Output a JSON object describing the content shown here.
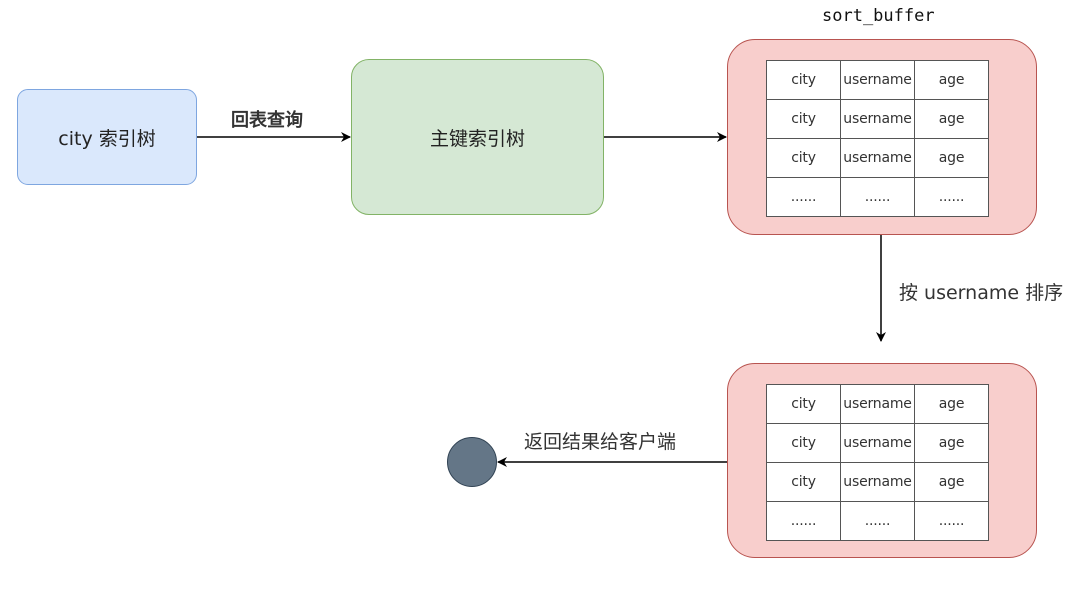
{
  "nodes": {
    "city_index": "city 索引树",
    "primary_index": "主键索引树",
    "sort_buffer_title": "sort_buffer"
  },
  "edges": {
    "lookup_back": "回表查询",
    "sort_by": "按 username 排序",
    "return_client": "返回结果给客户端"
  },
  "sort_buffer_before": {
    "rows": [
      [
        "city",
        "username",
        "age"
      ],
      [
        "city",
        "username",
        "age"
      ],
      [
        "city",
        "username",
        "age"
      ],
      [
        "......",
        "......",
        "......"
      ]
    ]
  },
  "sort_buffer_after": {
    "rows": [
      [
        "city",
        "username",
        "age"
      ],
      [
        "city",
        "username",
        "age"
      ],
      [
        "city",
        "username",
        "age"
      ],
      [
        "......",
        "......",
        "......"
      ]
    ]
  },
  "colors": {
    "city_fill": "#dae8fc",
    "primary_fill": "#d5e8d4",
    "buffer_fill": "#f8cecc",
    "client_fill": "#647687"
  }
}
